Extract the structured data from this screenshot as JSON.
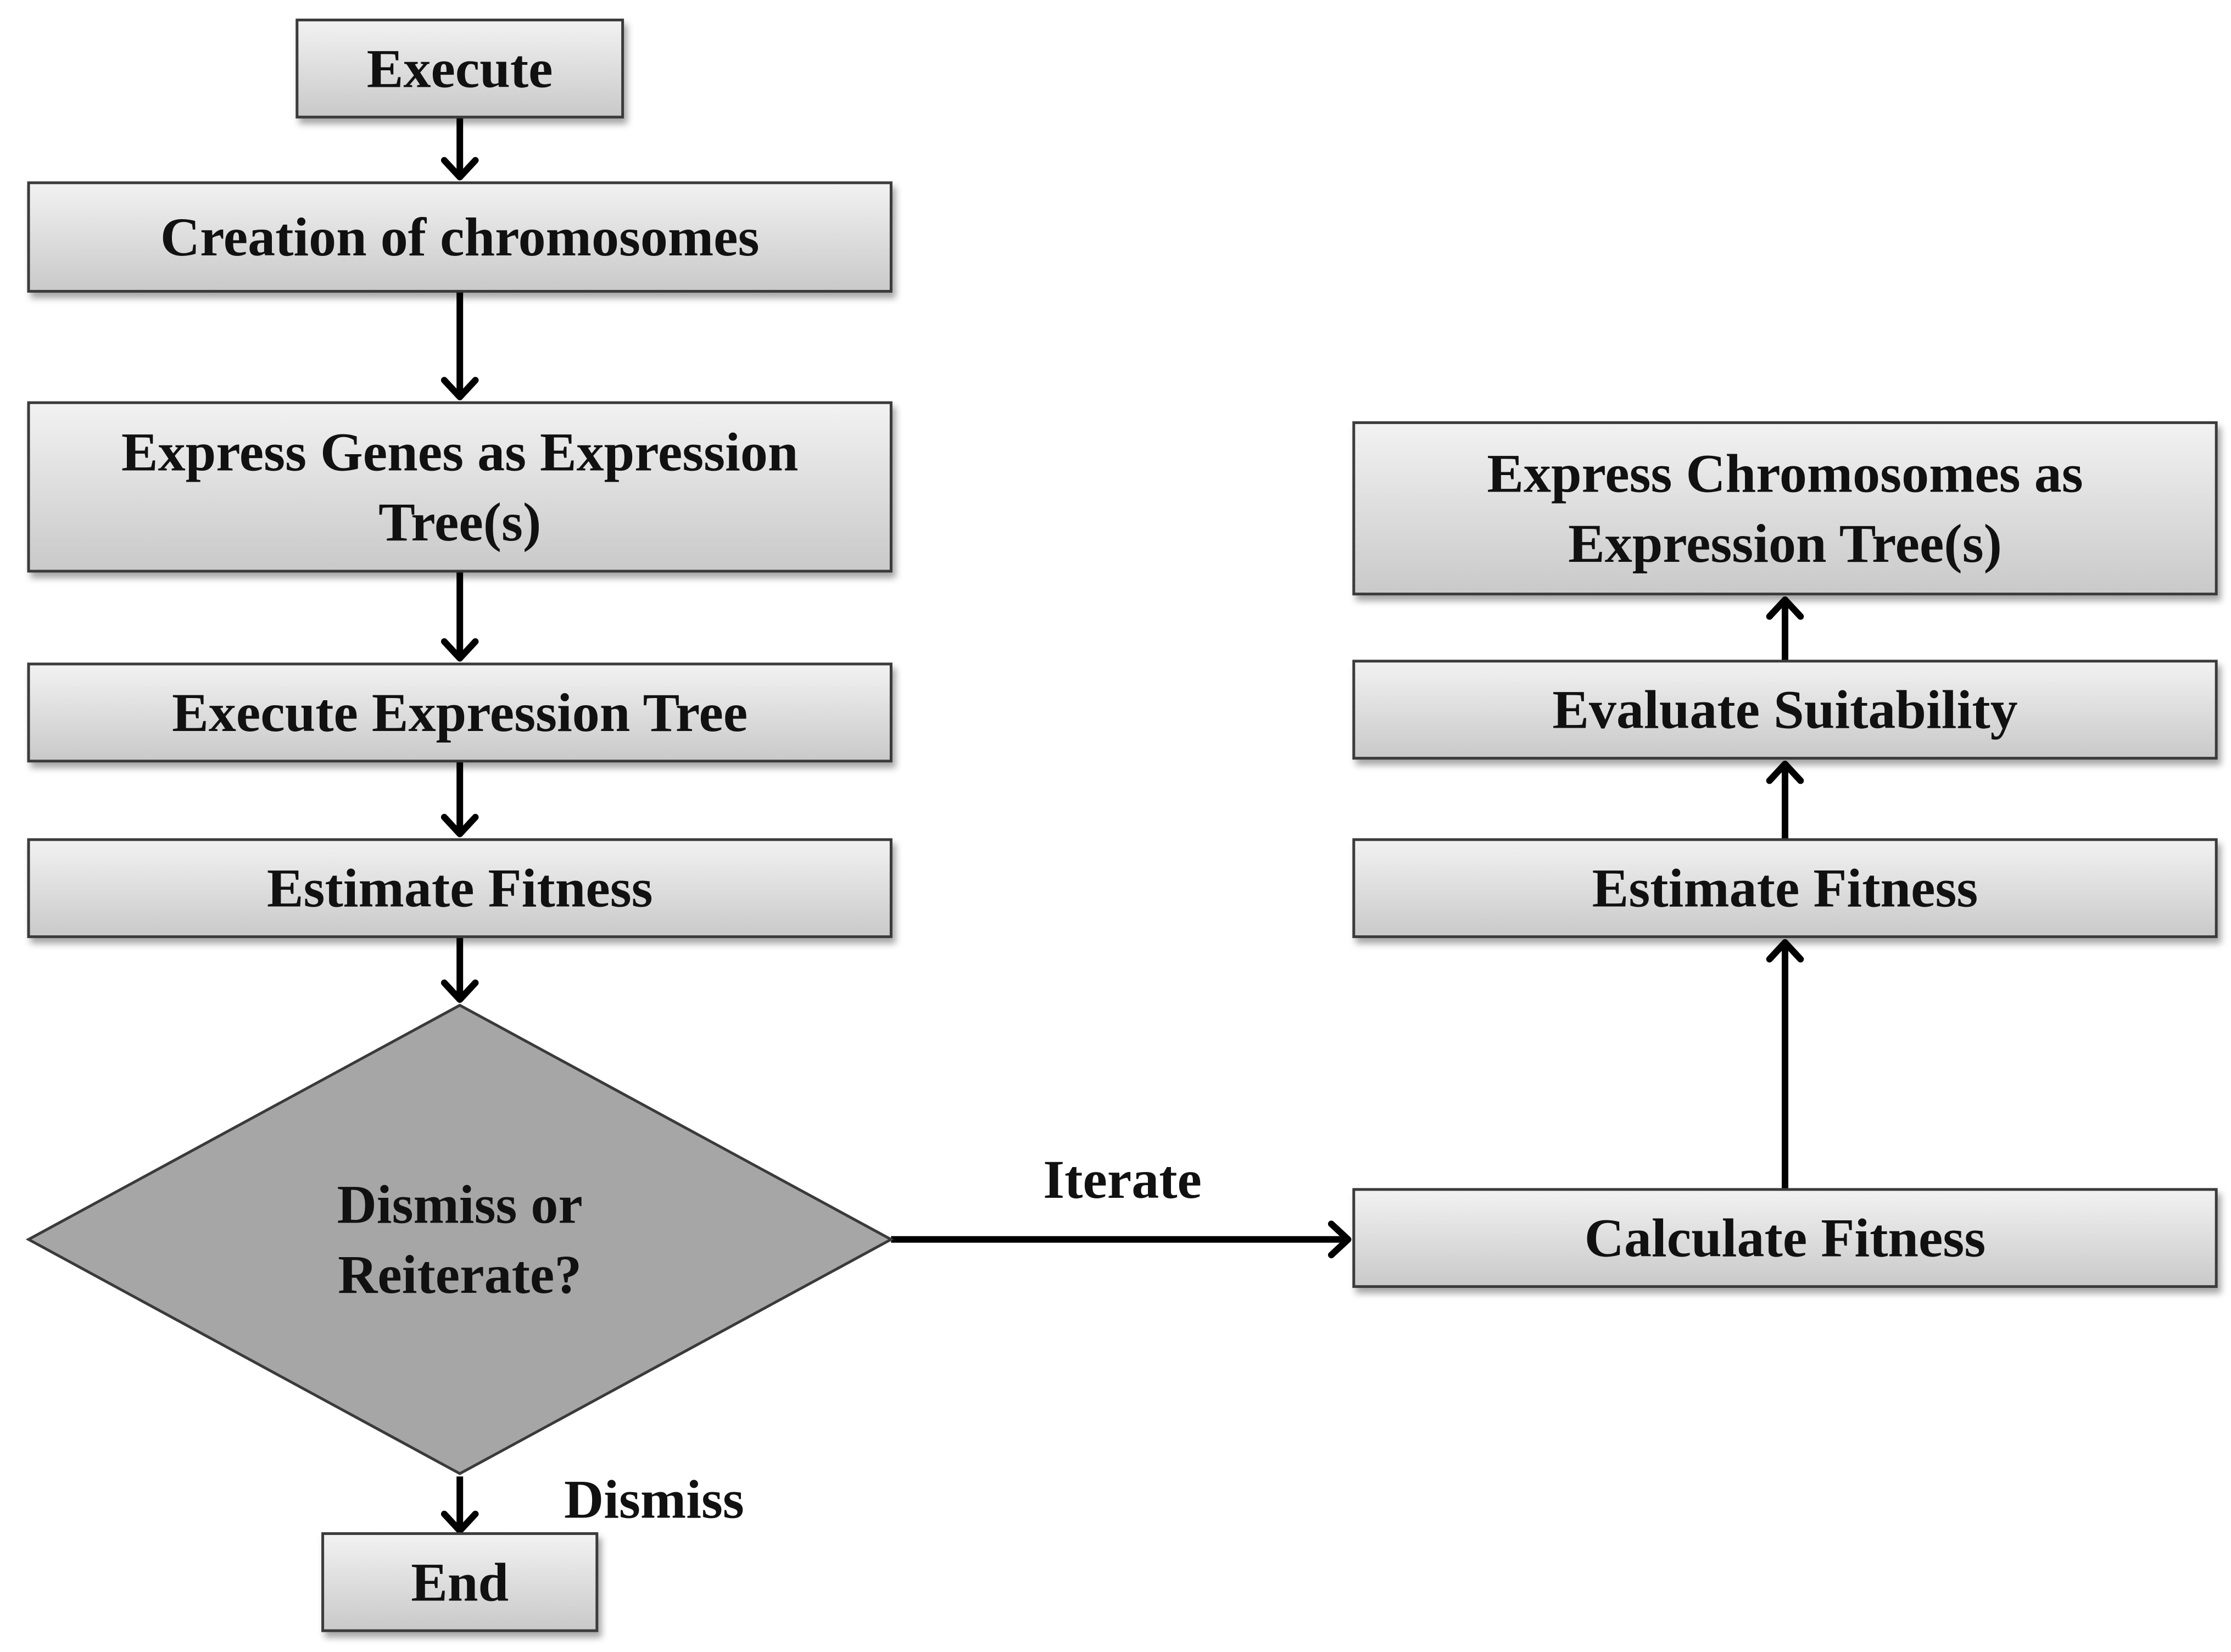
{
  "nodes": {
    "execute": {
      "lines": [
        "Execute"
      ]
    },
    "creation": {
      "lines": [
        "Creation of chromosomes"
      ]
    },
    "express_genes": {
      "lines": [
        "Express Genes as Expression",
        "Tree(s)"
      ]
    },
    "execute_tree": {
      "lines": [
        "Execute Expression Tree"
      ]
    },
    "estimate_left": {
      "lines": [
        "Estimate Fitness"
      ]
    },
    "decision": {
      "lines": [
        "Dismiss or",
        "Reiterate?"
      ]
    },
    "end": {
      "lines": [
        "End"
      ]
    },
    "express_chromosomes": {
      "lines": [
        "Express Chromosomes as",
        "Expression Tree(s)"
      ]
    },
    "evaluate": {
      "lines": [
        "Evaluate Suitability"
      ]
    },
    "estimate_right": {
      "lines": [
        "Estimate Fitness"
      ]
    },
    "calculate": {
      "lines": [
        "Calculate Fitness"
      ]
    }
  },
  "edges": [
    {
      "from": "execute",
      "to": "creation",
      "label": ""
    },
    {
      "from": "creation",
      "to": "express_genes",
      "label": ""
    },
    {
      "from": "express_genes",
      "to": "execute_tree",
      "label": ""
    },
    {
      "from": "execute_tree",
      "to": "estimate_left",
      "label": ""
    },
    {
      "from": "estimate_left",
      "to": "decision",
      "label": ""
    },
    {
      "from": "decision",
      "to": "end",
      "label": "Dismiss"
    },
    {
      "from": "decision",
      "to": "calculate",
      "label": "Iterate"
    },
    {
      "from": "calculate",
      "to": "estimate_right",
      "label": ""
    },
    {
      "from": "estimate_right",
      "to": "evaluate",
      "label": ""
    },
    {
      "from": "evaluate",
      "to": "express_chromosomes",
      "label": ""
    }
  ],
  "colors": {
    "box_top": "#f2f2f2",
    "box_bottom": "#c9c9c9",
    "diamond_fill": "#a6a6a6",
    "stroke": "#3a3a3a",
    "arrow": "#000000"
  }
}
